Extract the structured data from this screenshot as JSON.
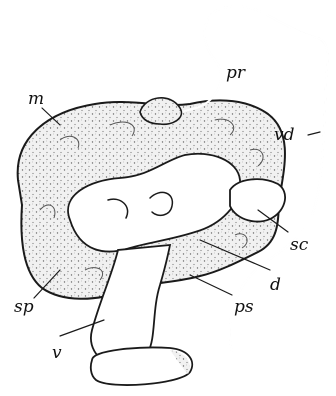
{
  "figure": {
    "labels": {
      "m": "m",
      "pr": "pr",
      "vd": "vd",
      "sc": "sc",
      "sp": "sp",
      "d": "d",
      "ps": "ps",
      "v": "v"
    }
  }
}
